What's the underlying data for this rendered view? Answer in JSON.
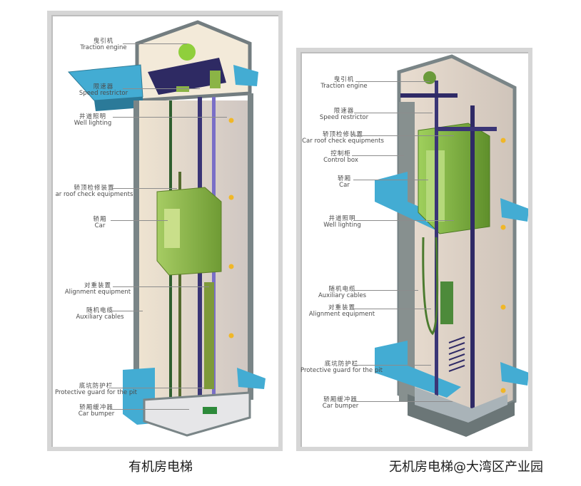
{
  "diagrams": [
    {
      "id": "machine-room",
      "caption": "有机房电梯",
      "labels": [
        {
          "zh": "曳引机",
          "en": "Traction engine"
        },
        {
          "zh": "限速器",
          "en": "Speed restrictor"
        },
        {
          "zh": "井道照明",
          "en": "Well lighting"
        },
        {
          "zh": "轿顶检修装置",
          "en": "ar roof check equipments"
        },
        {
          "zh": "轿厢",
          "en": "Car"
        },
        {
          "zh": "对重装置",
          "en": "Alignment equipment"
        },
        {
          "zh": "随机电缆",
          "en": "Auxiliary cables"
        },
        {
          "zh": "底坑防护栏",
          "en": "Protective guard for the pit"
        },
        {
          "zh": "轿厢缓冲器",
          "en": "Car bumper"
        }
      ]
    },
    {
      "id": "machine-roomless",
      "caption": "无机房电梯@大湾区产业园",
      "labels": [
        {
          "zh": "曳引机",
          "en": "Traction engine"
        },
        {
          "zh": "限速器",
          "en": "Speed restrictor"
        },
        {
          "zh": "轿顶检修装置",
          "en": "Car roof check equipments"
        },
        {
          "zh": "控制柜",
          "en": "Control box"
        },
        {
          "zh": "轿厢",
          "en": "Car"
        },
        {
          "zh": "井道照明",
          "en": "Well lighting"
        },
        {
          "zh": "随机电缆",
          "en": "Auxiliary cables"
        },
        {
          "zh": "对重装置",
          "en": "Alignment equipment"
        },
        {
          "zh": "底坑防护栏",
          "en": "Protective guard for the pit"
        },
        {
          "zh": "轿厢缓冲器",
          "en": "Car bumper"
        }
      ]
    }
  ],
  "colors": {
    "shaft_wall": "#f1e6d6",
    "shaft_edge": "#7f8a8c",
    "floor_slab": "#3ea6cf",
    "car_green": "#8fbf4a",
    "rail_purple": "#3a3576",
    "frame_gray": "#d6d6d6"
  }
}
